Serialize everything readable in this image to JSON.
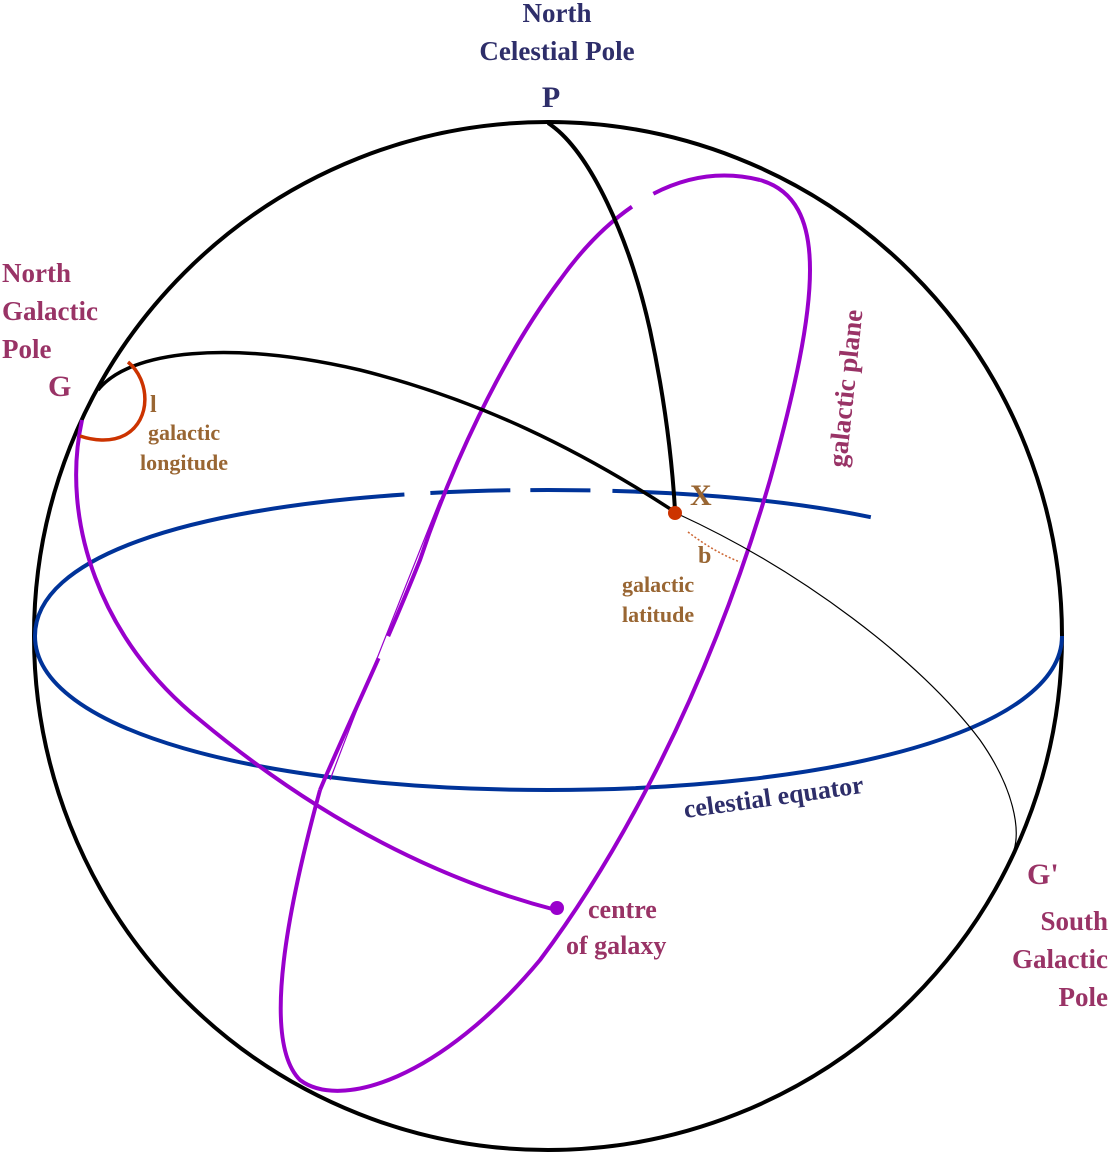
{
  "labels": {
    "ncp_line1": "North",
    "ncp_line2": "Celestial Pole",
    "p": "P",
    "ngp_line1": "North",
    "ngp_line2": "Galactic",
    "ngp_line3": "Pole",
    "g": "G",
    "l": "l",
    "gal_long_line1": "galactic",
    "gal_long_line2": "longitude",
    "x": "X",
    "b": "b",
    "gal_lat_line1": "galactic",
    "gal_lat_line2": "latitude",
    "galactic_plane": "galactic plane",
    "celestial_equator": "celestial equator",
    "g_prime": "G'",
    "sgp_line1": "South",
    "sgp_line2": "Galactic",
    "sgp_line3": "Pole",
    "centre_line1": "centre",
    "centre_line2": "of galaxy"
  },
  "colors": {
    "sphere": "#000000",
    "celestial_equator": "#003399",
    "galactic_great_circle": "#9900cc",
    "galactic_longitude_arc": "#cc3300",
    "point_x": "#cc3300",
    "label_navy": "#2e2e6a",
    "label_maroon": "#993366",
    "label_brown": "#996633"
  }
}
